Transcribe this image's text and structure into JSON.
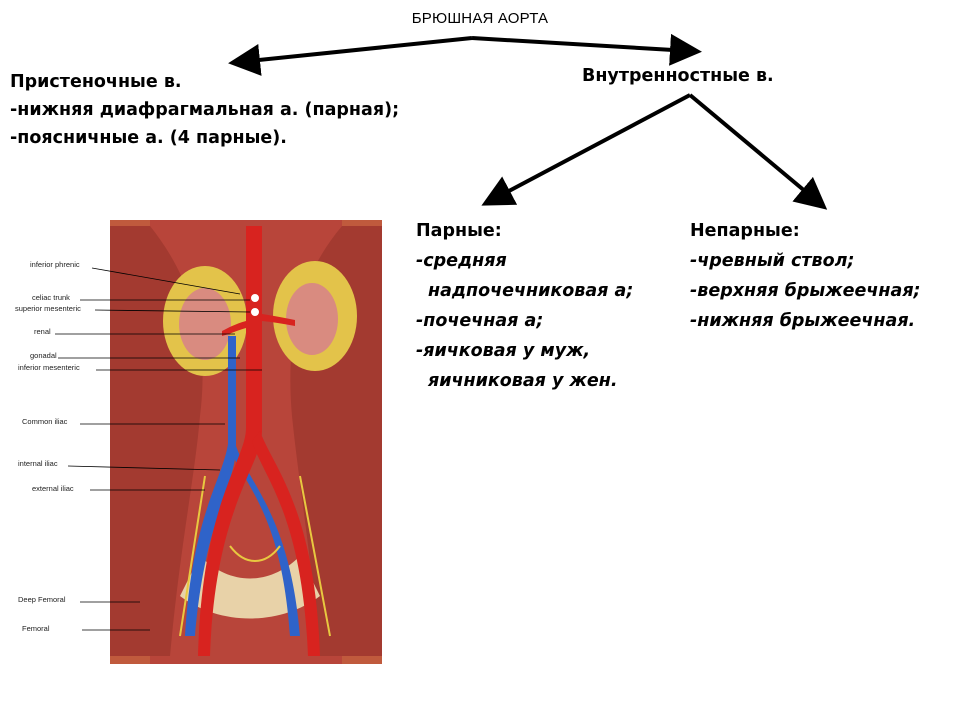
{
  "title": "БРЮШНАЯ АОРТА",
  "parietal": {
    "heading": "Пристеночные в.",
    "items": [
      "-нижняя диафрагмальная а. (парная);",
      "-поясничные а. (4 парные)."
    ]
  },
  "visceral": {
    "heading": "Внутренностные в.",
    "paired": {
      "heading": "Парные:",
      "items": [
        "-средняя",
        "надпочечниковая а;",
        "-почечная а;",
        "-яичковая у муж,",
        "яичниковая у жен."
      ]
    },
    "unpaired": {
      "heading": "Непарные:",
      "items": [
        "-чревный ствол;",
        "-верхняя брыжеечная;",
        "-нижняя брыжеечная."
      ]
    }
  },
  "anatomy_labels": [
    "inferior phrenic",
    "celiac trunk",
    "superior mesenteric",
    "renal",
    "gonadal",
    "inferior mesenteric",
    "Common iliac",
    "internal iliac",
    "external iliac",
    "Deep Femoral",
    "Femoral"
  ]
}
